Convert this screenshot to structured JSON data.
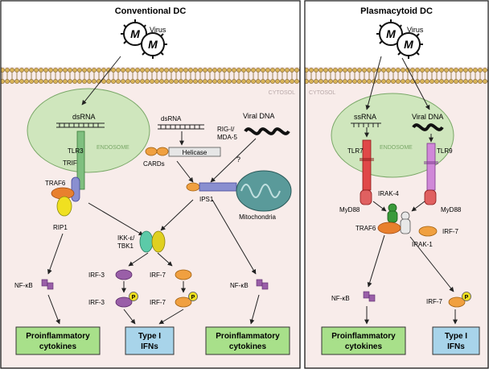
{
  "left_panel": {
    "title": "Conventional DC",
    "virus_label": "Virus",
    "cytosol_label": "CYTOSOL",
    "endosome_label": "ENDOSOME",
    "dsrna_endosome": "dsRNA",
    "tlr3": "TLR3",
    "trif": "TRIF",
    "traf6": "TRAF6",
    "rip1": "RIP1",
    "dsrna_cytosol": "dsRNA",
    "rig_line1": "RIG-I/",
    "rig_line2": "MDA-5",
    "helicase": "Helicase",
    "cards": "CARDs",
    "viral_dna": "Viral DNA",
    "question": "?",
    "ips1": "IPS1",
    "mitochondria": "Mitochondria",
    "ikk_line1": "IKK-ε/",
    "ikk_line2": "TBK1",
    "nfkb_left": "NF-κB",
    "nfkb_right": "NF-κB",
    "irf3_a": "IRF-3",
    "irf3_b": "IRF-3",
    "irf7_a": "IRF-7",
    "irf7_b": "IRF-7",
    "p_badge": "P",
    "pro1_line1": "Proinflammatory",
    "pro1_line2": "cytokines",
    "type1_line1": "Type I",
    "type1_line2": "IFNs",
    "pro2_line1": "Proinflammatory",
    "pro2_line2": "cytokines"
  },
  "right_panel": {
    "title": "Plasmacytoid DC",
    "virus_label": "Virus",
    "cytosol_label": "CYTOSOL",
    "endosome_label": "ENDOSOME",
    "ssrna": "ssRNA",
    "viral_dna": "Viral DNA",
    "tlr7": "TLR7",
    "tlr9": "TLR9",
    "irak4": "IRAK-4",
    "myd88_left": "MyD88",
    "myd88_right": "MyD88",
    "traf6": "TRAF6",
    "irf7": "IRF-7",
    "irak1": "IRAK-1",
    "nfkb": "NF-κB",
    "irf7_out": "IRF-7",
    "p_badge": "P",
    "pro_line1": "Proinflammatory",
    "pro_line2": "cytokines",
    "type1_line1": "Type I",
    "type1_line2": "IFNs"
  },
  "colors": {
    "cytosol": "#f8ecea",
    "endosome": "#cfe6bd",
    "membrane": "#c8a24a",
    "tlr3": "#7fbf7f",
    "trif": "#8a8fd0",
    "traf6": "#e8802e",
    "yellow": "#f0e020",
    "teal": "#5ccaa8",
    "purple": "#9a5fa8",
    "orange": "#f0a040",
    "green_box": "#a8e08a",
    "blue_box": "#a8d4ea",
    "mito": "#5a9a9a",
    "tlr7": "#e04848",
    "tlr9": "#d088d8",
    "myd88": "#e06060",
    "irak4": "#3a9a3a",
    "irak1": "#e8e8e8"
  }
}
